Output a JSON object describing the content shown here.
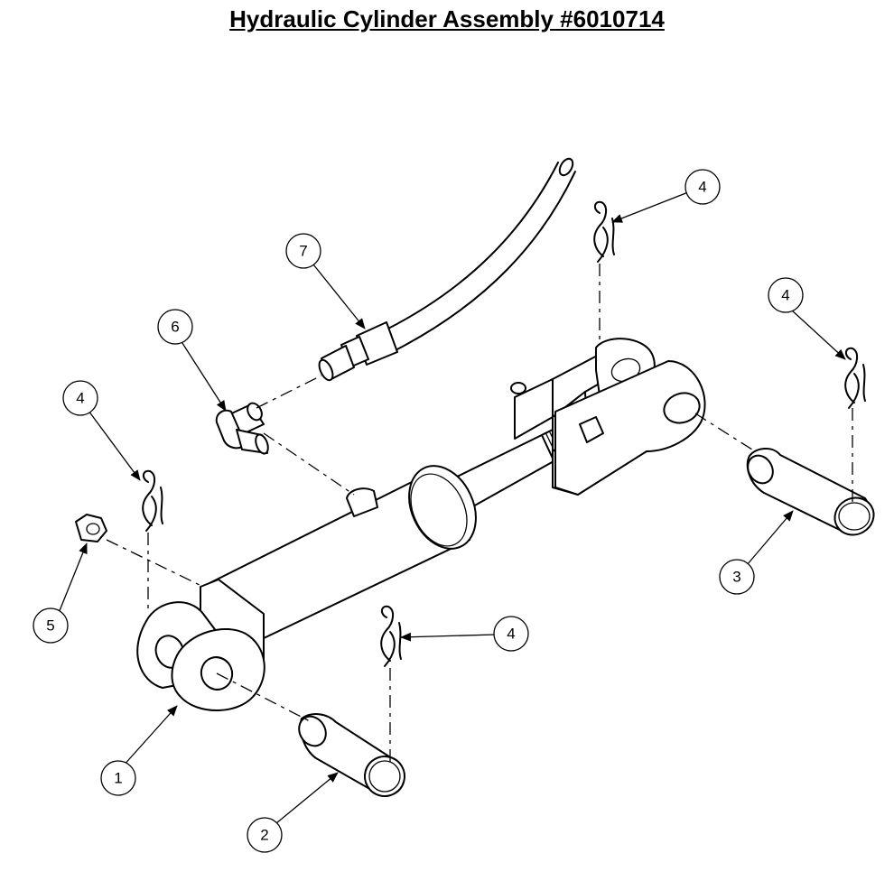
{
  "title": "Hydraulic Cylinder Assembly #6010714",
  "callouts": [
    {
      "id": "c1",
      "label": "1"
    },
    {
      "id": "c2",
      "label": "2"
    },
    {
      "id": "c3",
      "label": "3"
    },
    {
      "id": "c4a",
      "label": "4"
    },
    {
      "id": "c4b",
      "label": "4"
    },
    {
      "id": "c4c",
      "label": "4"
    },
    {
      "id": "c4d",
      "label": "4"
    },
    {
      "id": "c5",
      "label": "5"
    },
    {
      "id": "c6",
      "label": "6"
    },
    {
      "id": "c7",
      "label": "7"
    }
  ]
}
